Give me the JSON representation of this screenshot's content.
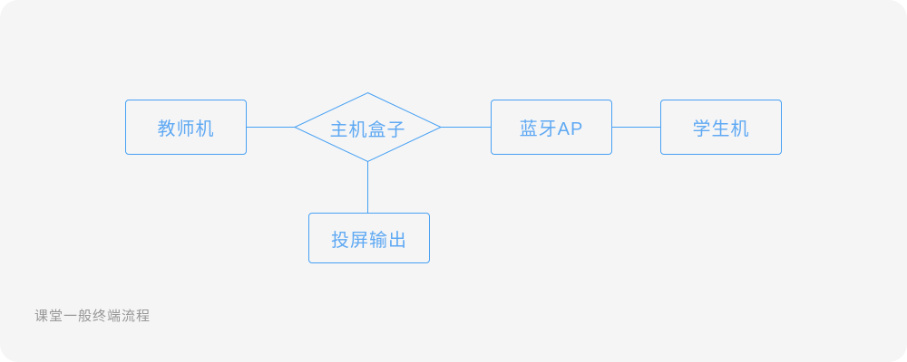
{
  "canvas": {
    "background_color": "#f5f5f6",
    "accent_color": "#47a1f3",
    "node_text_color": "#5fa9f3",
    "caption_color": "#979797"
  },
  "diagram": {
    "nodes": [
      {
        "id": "teacher-machine",
        "shape": "rect",
        "label": "教师机"
      },
      {
        "id": "host-box",
        "shape": "diamond",
        "label": "主机盒子"
      },
      {
        "id": "bluetooth-ap",
        "shape": "rect",
        "label": "蓝牙AP"
      },
      {
        "id": "student-machine",
        "shape": "rect",
        "label": "学生机"
      },
      {
        "id": "projection-output",
        "shape": "rect",
        "label": "投屏输出"
      }
    ],
    "edges": [
      {
        "from": "teacher-machine",
        "to": "host-box"
      },
      {
        "from": "host-box",
        "to": "bluetooth-ap"
      },
      {
        "from": "bluetooth-ap",
        "to": "student-machine"
      },
      {
        "from": "host-box",
        "to": "projection-output"
      }
    ],
    "caption": "课堂一般终端流程"
  }
}
